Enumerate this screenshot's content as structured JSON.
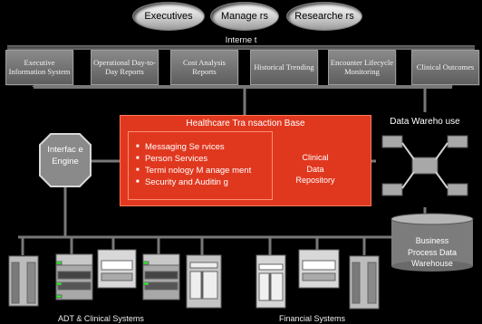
{
  "users": {
    "executives": "Executives",
    "managers": "Manage rs",
    "researchers": "Researche rs"
  },
  "network": {
    "internet_label": "Interne t"
  },
  "applications": [
    "Executive Information System",
    "Operational Day-to-Day Reports",
    "Cost Analysis Reports",
    "Historical Trending",
    "Encounter Lifecycle Monitoring",
    "Clinical Outcomes"
  ],
  "transaction_base": {
    "title": "Healthcare Tra nsaction Base",
    "services": [
      "Messaging Se rvices",
      "Person Services",
      "Termi nology M anage ment",
      "Security and Auditin g"
    ],
    "repository": [
      "Clinical",
      "Data",
      "Repository"
    ]
  },
  "interface_engine": [
    "Interfac e",
    "Engine"
  ],
  "data_warehouse": {
    "title": "Data Wareho use"
  },
  "business_warehouse": [
    "Business",
    "Process Data",
    "Warehouse"
  ],
  "source_systems": {
    "clinical_label": "ADT & Clinical Systems",
    "financial_label": "Financial Systems"
  },
  "colors": {
    "transaction_base": "#e0381f",
    "repository": "#c8141c",
    "warehouse": "#7c7c7c",
    "background": "#000000"
  }
}
